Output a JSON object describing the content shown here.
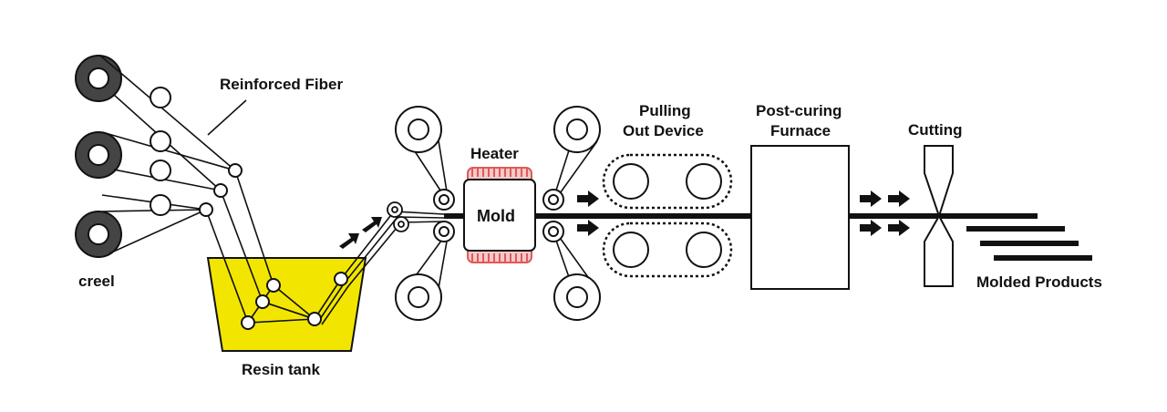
{
  "labels": {
    "creel": "creel",
    "reinforced_fiber": "Reinforced Fiber",
    "resin_tank": "Resin tank",
    "heater": "Heater",
    "mold": "Mold",
    "pulling_line1": "Pulling",
    "pulling_line2": "Out Device",
    "post_curing_line1": "Post-curing",
    "post_curing_line2": "Furnace",
    "cutting": "Cutting",
    "molded_products": "Molded Products"
  },
  "colors": {
    "resin": "#f2e600",
    "heater_coil": "#e05a5a",
    "line": "#111111",
    "background": "#ffffff"
  },
  "icons": {
    "flow_arrow": "arrow-right-icon",
    "bobbin": "spool-icon",
    "roller": "roller-icon"
  }
}
